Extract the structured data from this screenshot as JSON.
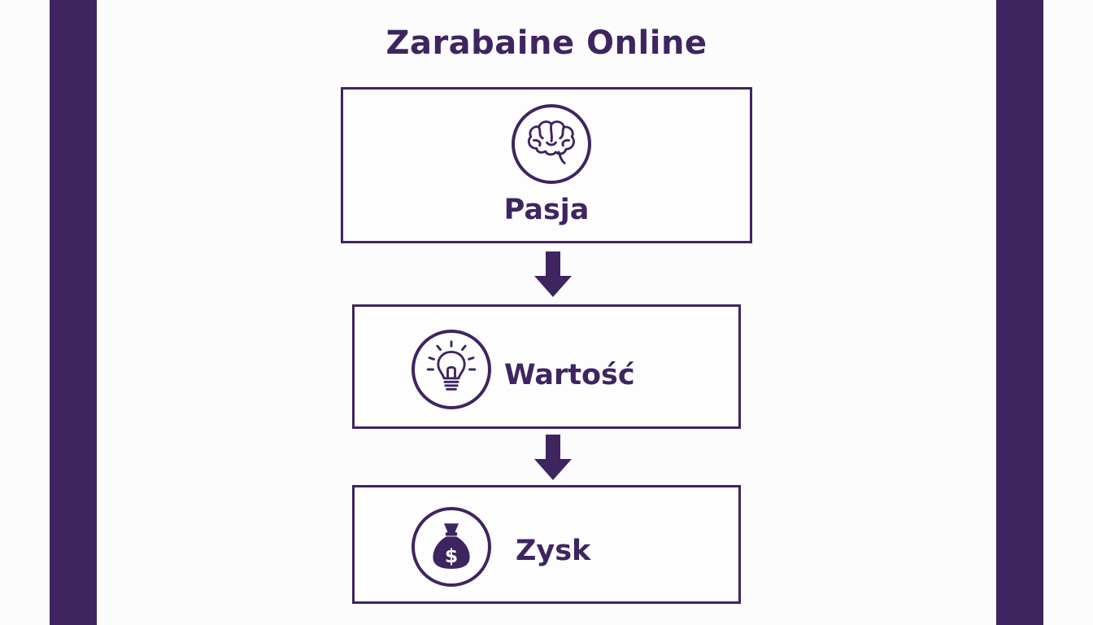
{
  "title": "Zarabaine Online",
  "colors": {
    "accent": "#3e2560",
    "background": "#fcfcfd"
  },
  "steps": [
    {
      "label": "Pasja",
      "icon": "brain-icon"
    },
    {
      "label": "Wartość",
      "icon": "lightbulb-icon"
    },
    {
      "label": "Zysk",
      "icon": "money-bag-icon"
    }
  ],
  "connectors": [
    "arrow-down-icon",
    "arrow-down-icon"
  ]
}
